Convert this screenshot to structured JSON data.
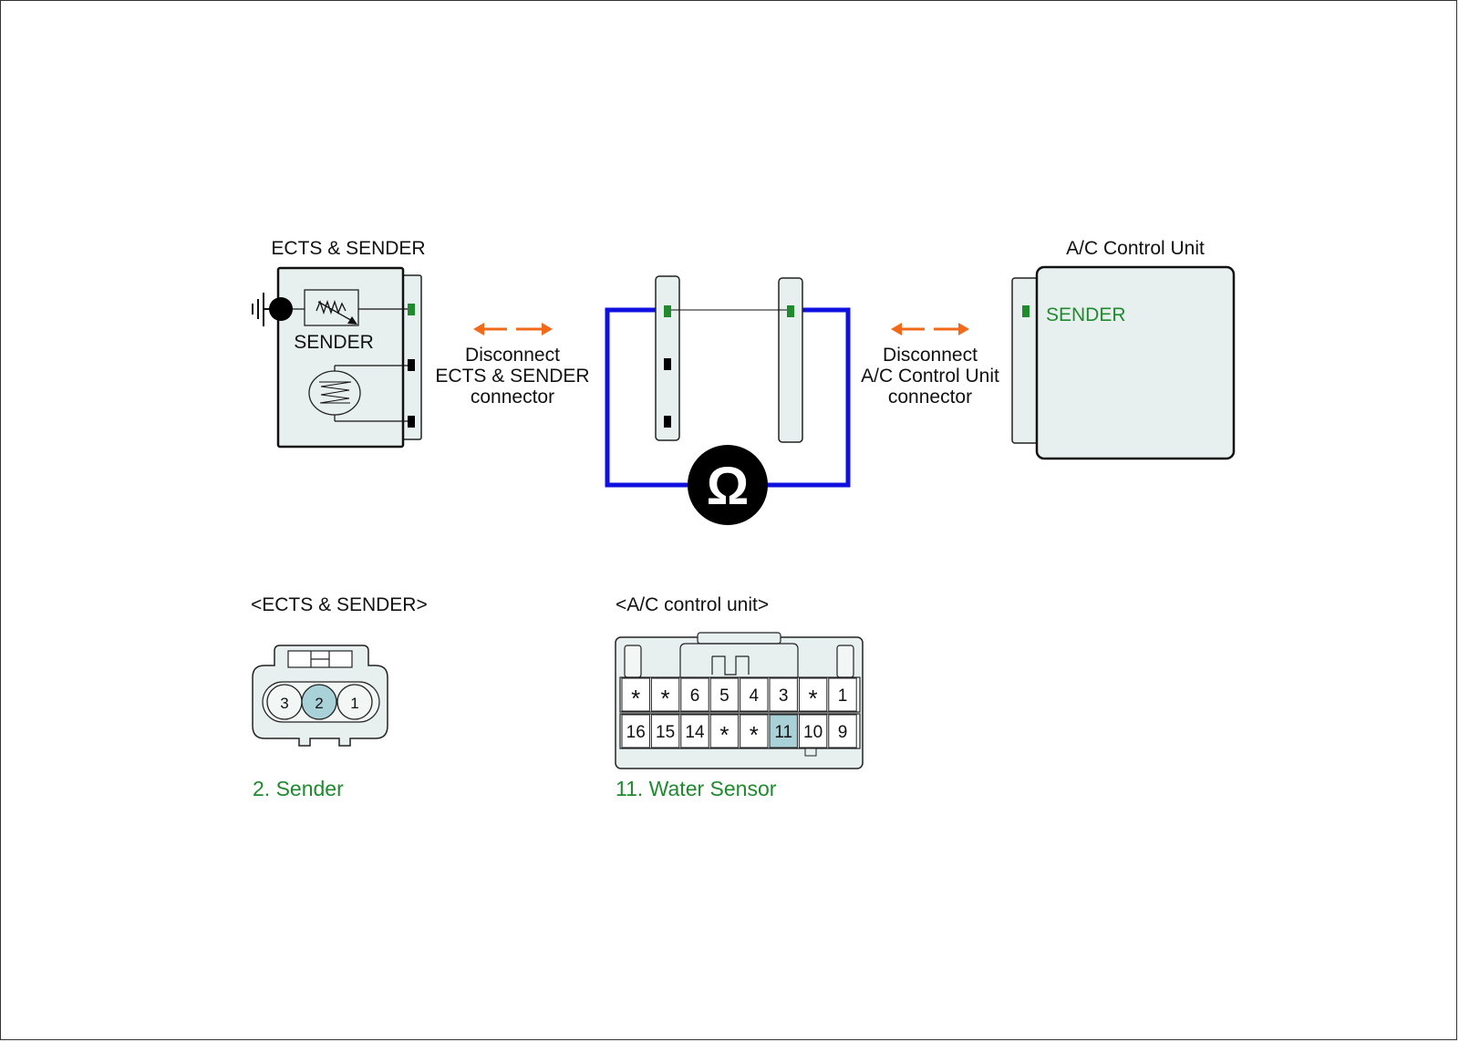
{
  "colors": {
    "wire": "#1010e0",
    "arrow": "#f06a1a",
    "terminal_active": "#1f8a2e",
    "terminal": "#000000",
    "housing_fill": "#e8f0ef",
    "pin_highlight": "#a9d2d8",
    "label_green": "#1f8a2e"
  },
  "icons": {
    "ground": "ground-icon",
    "meter": "ohm-meter-icon",
    "arrows": "double-arrow-icon"
  },
  "ects": {
    "title": "ECTS & SENDER",
    "inner_label": "SENDER"
  },
  "disconnect_left": [
    "Disconnect",
    "ECTS & SENDER",
    "connector"
  ],
  "disconnect_right": [
    "Disconnect",
    "A/C Control Unit",
    "connector"
  ],
  "meter": {
    "symbol": "Ω"
  },
  "acu": {
    "title": "A/C Control Unit",
    "inner_label": "SENDER"
  },
  "ects_connector": {
    "title": "<ECTS & SENDER>",
    "pins": [
      "3",
      "2",
      "1"
    ],
    "highlight": "2",
    "caption": "2. Sender"
  },
  "acu_connector": {
    "title": "<A/C control unit>",
    "row1": [
      "*",
      "*",
      "6",
      "5",
      "4",
      "3",
      "*",
      "1"
    ],
    "row2": [
      "16",
      "15",
      "14",
      "*",
      "*",
      "11",
      "10",
      "9"
    ],
    "highlight": "11",
    "caption": "11. Water Sensor"
  }
}
